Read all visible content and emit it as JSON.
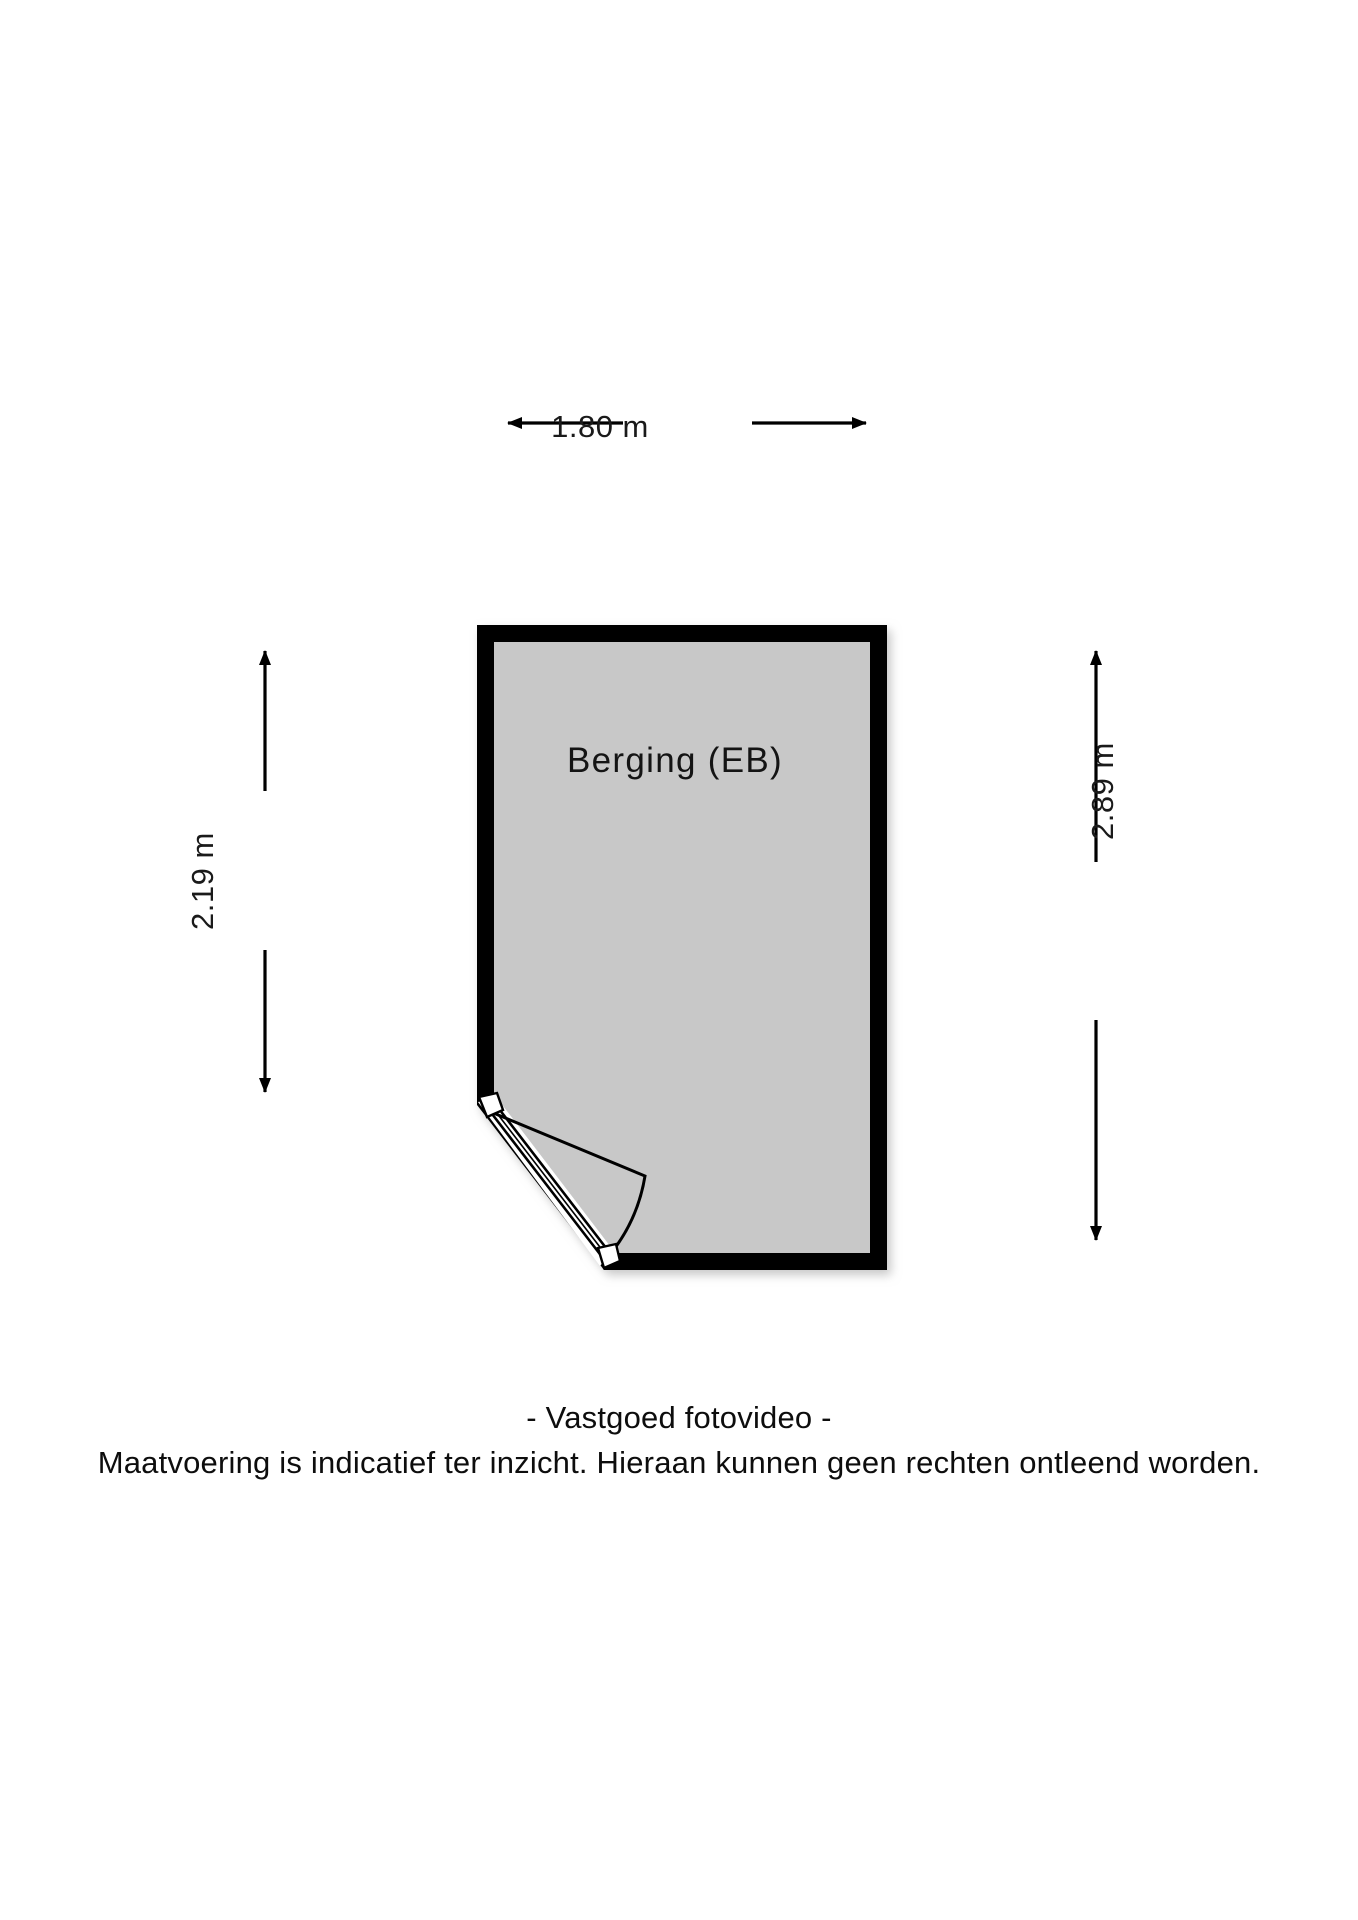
{
  "document": {
    "type": "floor-plan",
    "background_color": "#ffffff"
  },
  "rooms": [
    {
      "name": "Berging (EB)",
      "fill_color": "#c8c8c8",
      "wall_color": "#000000"
    }
  ],
  "dimensions": {
    "top": {
      "label": "1.80 m",
      "value": 1.8,
      "unit": "m",
      "orientation": "horizontal",
      "arrows": "both"
    },
    "left": {
      "label": "2.19 m",
      "value": 2.19,
      "unit": "m",
      "orientation": "vertical",
      "arrows": "both"
    },
    "right": {
      "label": "2.89 m",
      "value": 2.89,
      "unit": "m",
      "orientation": "vertical",
      "arrows": "both"
    }
  },
  "features": {
    "door": {
      "type": "swing-door",
      "location": "bottom-left-diagonal-wall",
      "swing": "inward"
    }
  },
  "footer": {
    "line1": "- Vastgoed fotovideo -",
    "line2": "Maatvoering is indicatief ter inzicht. Hieraan kunnen geen rechten ontleend worden."
  },
  "colors": {
    "wall": "#000000",
    "floor": "#c8c8c8",
    "text": "#111111",
    "dimension_line": "#000000"
  }
}
